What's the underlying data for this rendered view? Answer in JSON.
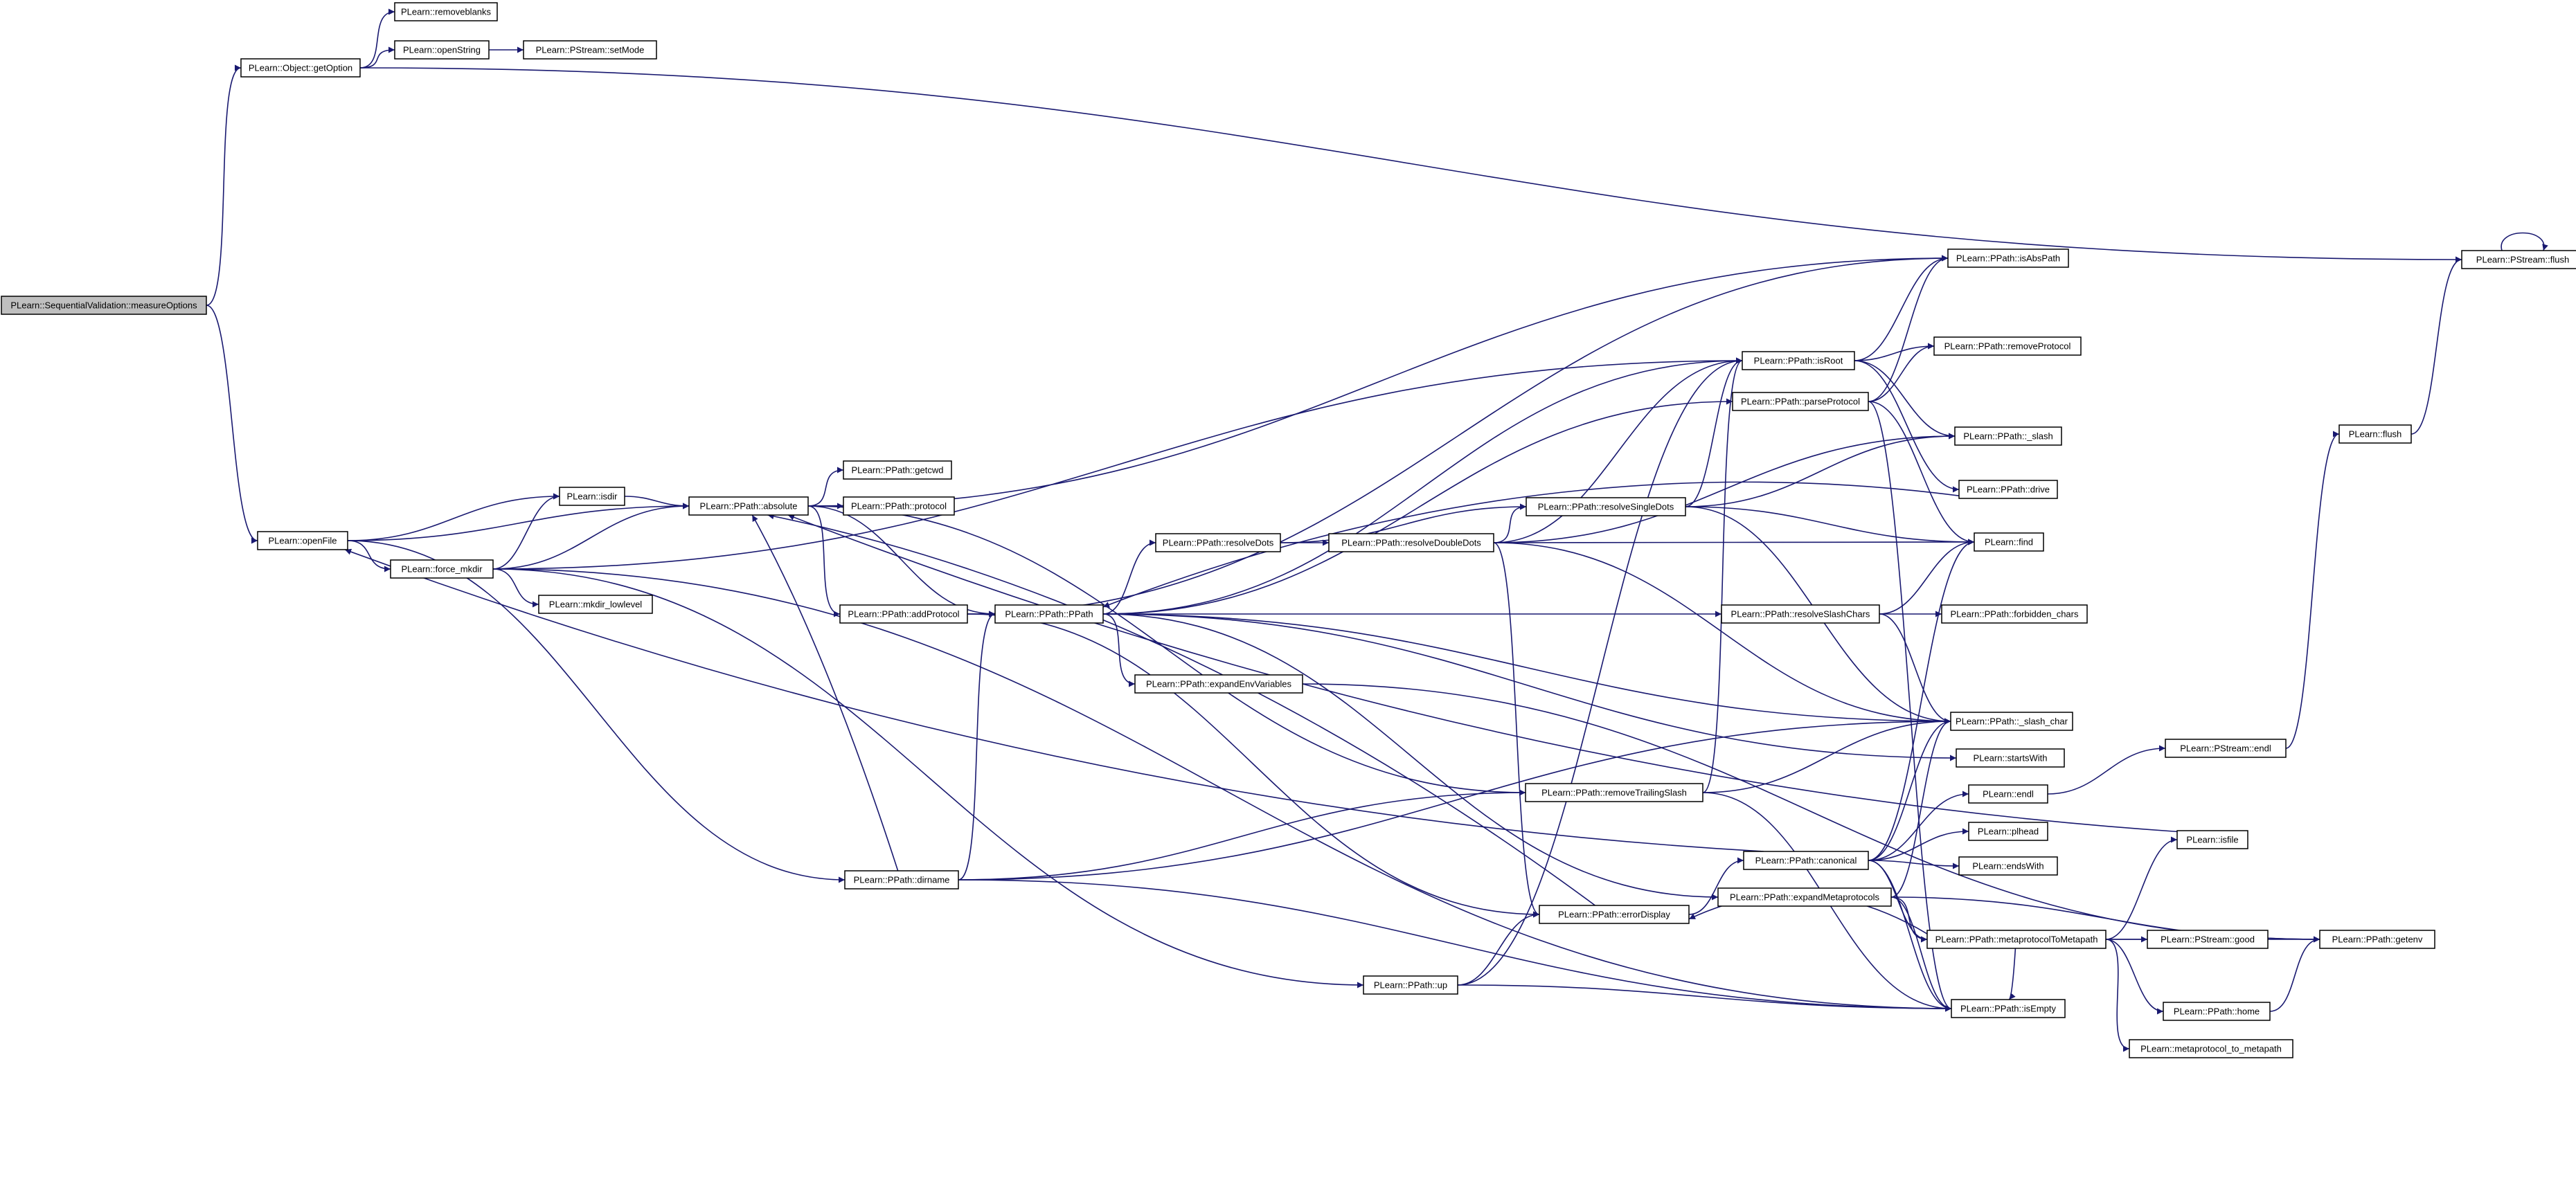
{
  "graph": {
    "root": "PLearn::SequentialValidation::measureOptions",
    "colors": {
      "edge": "#191970",
      "root_fill": "#bfbfbf",
      "node_fill": "#ffffff",
      "node_stroke": "#000000"
    },
    "nodes": [
      {
        "id": "measureOptions",
        "label": "PLearn::SequentialValidation::measureOptions",
        "root": true
      },
      {
        "id": "getOption",
        "label": "PLearn::Object::getOption"
      },
      {
        "id": "removeblanks",
        "label": "PLearn::removeblanks"
      },
      {
        "id": "openString",
        "label": "PLearn::openString"
      },
      {
        "id": "setMode",
        "label": "PLearn::PStream::setMode"
      },
      {
        "id": "openFile",
        "label": "PLearn::openFile"
      },
      {
        "id": "isdir",
        "label": "PLearn::isdir"
      },
      {
        "id": "force_mkdir",
        "label": "PLearn::force_mkdir"
      },
      {
        "id": "mkdir_lowlevel",
        "label": "PLearn::mkdir_lowlevel"
      },
      {
        "id": "absolute",
        "label": "PLearn::PPath::absolute"
      },
      {
        "id": "getcwd",
        "label": "PLearn::PPath::getcwd"
      },
      {
        "id": "protocol",
        "label": "PLearn::PPath::protocol"
      },
      {
        "id": "addProtocol",
        "label": "PLearn::PPath::addProtocol"
      },
      {
        "id": "PPath",
        "label": "PLearn::PPath::PPath"
      },
      {
        "id": "resolveDots",
        "label": "PLearn::PPath::resolveDots"
      },
      {
        "id": "resolveDoubleDots",
        "label": "PLearn::PPath::resolveDoubleDots"
      },
      {
        "id": "resolveSingleDots",
        "label": "PLearn::PPath::resolveSingleDots"
      },
      {
        "id": "expandEnvVariables",
        "label": "PLearn::PPath::expandEnvVariables"
      },
      {
        "id": "dirname",
        "label": "PLearn::PPath::dirname"
      },
      {
        "id": "removeTrailingSlash",
        "label": "PLearn::PPath::removeTrailingSlash"
      },
      {
        "id": "errorDisplay",
        "label": "PLearn::PPath::errorDisplay"
      },
      {
        "id": "up",
        "label": "PLearn::PPath::up"
      },
      {
        "id": "isRoot",
        "label": "PLearn::PPath::isRoot"
      },
      {
        "id": "parseProtocol",
        "label": "PLearn::PPath::parseProtocol"
      },
      {
        "id": "resolveSlashChars",
        "label": "PLearn::PPath::resolveSlashChars"
      },
      {
        "id": "canonical",
        "label": "PLearn::PPath::canonical"
      },
      {
        "id": "expandMetaprotocols",
        "label": "PLearn::PPath::expandMetaprotocols"
      },
      {
        "id": "metaprotocolToMetapath",
        "label": "PLearn::PPath::metaprotocolToMetapath"
      },
      {
        "id": "isAbsPath",
        "label": "PLearn::PPath::isAbsPath"
      },
      {
        "id": "removeProtocol",
        "label": "PLearn::PPath::removeProtocol"
      },
      {
        "id": "_slash",
        "label": "PLearn::PPath::_slash"
      },
      {
        "id": "drive",
        "label": "PLearn::PPath::drive"
      },
      {
        "id": "find",
        "label": "PLearn::find"
      },
      {
        "id": "forbidden_chars",
        "label": "PLearn::PPath::forbidden_chars"
      },
      {
        "id": "_slash_char",
        "label": "PLearn::PPath::_slash_char"
      },
      {
        "id": "startsWith",
        "label": "PLearn::startsWith"
      },
      {
        "id": "endl",
        "label": "PLearn::endl"
      },
      {
        "id": "plhead",
        "label": "PLearn::plhead"
      },
      {
        "id": "endsWith",
        "label": "PLearn::endsWith"
      },
      {
        "id": "isEmpty",
        "label": "PLearn::PPath::isEmpty"
      },
      {
        "id": "PStream_good",
        "label": "PLearn::PStream::good"
      },
      {
        "id": "home",
        "label": "PLearn::PPath::home"
      },
      {
        "id": "metaprotocol_to_metapath",
        "label": "PLearn::metaprotocol_to_metapath"
      },
      {
        "id": "PStream_flush",
        "label": "PLearn::PStream::flush"
      },
      {
        "id": "flush",
        "label": "PLearn::flush"
      },
      {
        "id": "PStream_endl",
        "label": "PLearn::PStream::endl"
      },
      {
        "id": "isfile",
        "label": "PLearn::isfile"
      },
      {
        "id": "getenv",
        "label": "PLearn::PPath::getenv"
      }
    ],
    "edges": [
      [
        "measureOptions",
        "getOption"
      ],
      [
        "measureOptions",
        "openFile"
      ],
      [
        "getOption",
        "removeblanks"
      ],
      [
        "getOption",
        "openString"
      ],
      [
        "getOption",
        "PStream_flush"
      ],
      [
        "openString",
        "setMode"
      ],
      [
        "PStream_flush",
        "PStream_flush"
      ],
      [
        "openFile",
        "absolute"
      ],
      [
        "openFile",
        "isdir"
      ],
      [
        "openFile",
        "force_mkdir"
      ],
      [
        "openFile",
        "dirname"
      ],
      [
        "isdir",
        "absolute"
      ],
      [
        "force_mkdir",
        "isdir"
      ],
      [
        "force_mkdir",
        "absolute"
      ],
      [
        "force_mkdir",
        "mkdir_lowlevel"
      ],
      [
        "force_mkdir",
        "isRoot"
      ],
      [
        "force_mkdir",
        "up"
      ],
      [
        "force_mkdir",
        "isEmpty"
      ],
      [
        "absolute",
        "getcwd"
      ],
      [
        "absolute",
        "protocol"
      ],
      [
        "absolute",
        "addProtocol"
      ],
      [
        "absolute",
        "PPath"
      ],
      [
        "absolute",
        "isAbsPath"
      ],
      [
        "absolute",
        "removeTrailingSlash"
      ],
      [
        "addProtocol",
        "PPath"
      ],
      [
        "addProtocol",
        "isAbsPath"
      ],
      [
        "addProtocol",
        "errorDisplay"
      ],
      [
        "PPath",
        "resolveDots"
      ],
      [
        "PPath",
        "expandEnvVariables"
      ],
      [
        "PPath",
        "resolveSlashChars"
      ],
      [
        "PPath",
        "expandMetaprotocols"
      ],
      [
        "PPath",
        "isRoot"
      ],
      [
        "PPath",
        "parseProtocol"
      ],
      [
        "PPath",
        "startsWith"
      ],
      [
        "PPath",
        "_slash_char"
      ],
      [
        "resolveDots",
        "resolveDoubleDots"
      ],
      [
        "resolveDots",
        "resolveSingleDots"
      ],
      [
        "resolveDoubleDots",
        "resolveSingleDots"
      ],
      [
        "resolveDoubleDots",
        "isRoot"
      ],
      [
        "resolveDoubleDots",
        "_slash"
      ],
      [
        "resolveDoubleDots",
        "find"
      ],
      [
        "resolveDoubleDots",
        "errorDisplay"
      ],
      [
        "resolveDoubleDots",
        "_slash_char"
      ],
      [
        "resolveSingleDots",
        "_slash"
      ],
      [
        "resolveSingleDots",
        "find"
      ],
      [
        "resolveSingleDots",
        "isRoot"
      ],
      [
        "resolveSingleDots",
        "_slash_char"
      ],
      [
        "expandEnvVariables",
        "getenv"
      ],
      [
        "dirname",
        "PPath"
      ],
      [
        "dirname",
        "removeTrailingSlash"
      ],
      [
        "dirname",
        "_slash_char"
      ],
      [
        "dirname",
        "isEmpty"
      ],
      [
        "dirname",
        "absolute"
      ],
      [
        "removeTrailingSlash",
        "_slash_char"
      ],
      [
        "removeTrailingSlash",
        "isEmpty"
      ],
      [
        "removeTrailingSlash",
        "isRoot"
      ],
      [
        "errorDisplay",
        "absolute"
      ],
      [
        "errorDisplay",
        "canonical"
      ],
      [
        "up",
        "errorDisplay"
      ],
      [
        "up",
        "isEmpty"
      ],
      [
        "up",
        "isRoot"
      ],
      [
        "isRoot",
        "isAbsPath"
      ],
      [
        "isRoot",
        "removeProtocol"
      ],
      [
        "isRoot",
        "_slash"
      ],
      [
        "isRoot",
        "drive"
      ],
      [
        "parseProtocol",
        "removeProtocol"
      ],
      [
        "parseProtocol",
        "isAbsPath"
      ],
      [
        "parseProtocol",
        "find"
      ],
      [
        "parseProtocol",
        "isEmpty"
      ],
      [
        "resolveSlashChars",
        "forbidden_chars"
      ],
      [
        "resolveSlashChars",
        "find"
      ],
      [
        "resolveSlashChars",
        "_slash_char"
      ],
      [
        "canonical",
        "_slash_char"
      ],
      [
        "canonical",
        "endl"
      ],
      [
        "canonical",
        "plhead"
      ],
      [
        "canonical",
        "endsWith"
      ],
      [
        "canonical",
        "isEmpty"
      ],
      [
        "canonical",
        "metaprotocolToMetapath"
      ],
      [
        "canonical",
        "find"
      ],
      [
        "canonical",
        "openFile"
      ],
      [
        "expandMetaprotocols",
        "metaprotocolToMetapath"
      ],
      [
        "expandMetaprotocols",
        "getenv"
      ],
      [
        "expandMetaprotocols",
        "isEmpty"
      ],
      [
        "expandMetaprotocols",
        "_slash_char"
      ],
      [
        "metaprotocolToMetapath",
        "isfile"
      ],
      [
        "metaprotocolToMetapath",
        "PStream_good"
      ],
      [
        "metaprotocolToMetapath",
        "getenv"
      ],
      [
        "metaprotocolToMetapath",
        "home"
      ],
      [
        "metaprotocolToMetapath",
        "metaprotocol_to_metapath"
      ],
      [
        "metaprotocolToMetapath",
        "isEmpty"
      ],
      [
        "metaprotocolToMetapath",
        "errorDisplay"
      ],
      [
        "home",
        "getenv"
      ],
      [
        "endl",
        "PStream_endl"
      ],
      [
        "PStream_endl",
        "flush"
      ],
      [
        "flush",
        "PStream_flush"
      ],
      [
        "isfile",
        "absolute"
      ],
      [
        "drive",
        "PPath"
      ]
    ]
  }
}
